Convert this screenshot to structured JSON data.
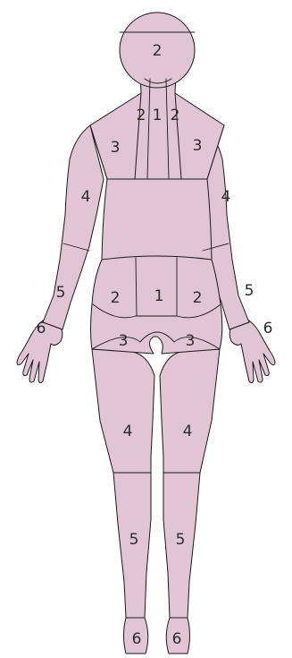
{
  "colors": {
    "skin": "#e2c5d4",
    "outline": "#1a1a1a",
    "label": "#2b2b2b"
  },
  "labels": {
    "head": "2",
    "neck_center": "1",
    "neck_left": "2",
    "neck_right": "2",
    "shoulder_left": "3",
    "shoulder_right": "3",
    "upper_arm_left": "4",
    "upper_arm_right": "4",
    "forearm_left": "5",
    "forearm_right": "5",
    "hand_left": "6",
    "hand_right": "6",
    "abdomen_center": "1",
    "abdomen_left": "2",
    "abdomen_right": "2",
    "hip_left": "3",
    "hip_right": "3",
    "thigh_left": "4",
    "thigh_right": "4",
    "lower_leg_left": "5",
    "lower_leg_right": "5",
    "foot_left": "6",
    "foot_right": "6"
  }
}
